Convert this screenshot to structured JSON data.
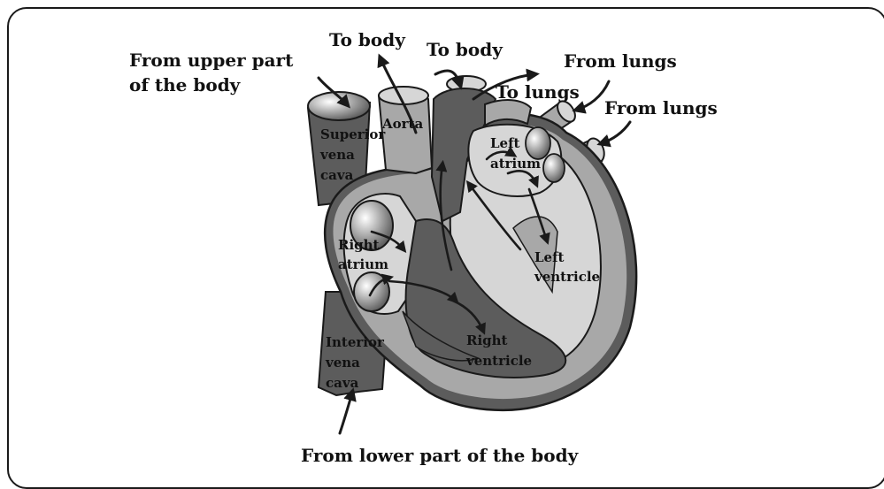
{
  "labels": {
    "to_body_1": "To body",
    "to_body_2": "To body",
    "from_upper_1": "From upper part",
    "from_upper_2": "of the body",
    "from_lungs_1": "From lungs",
    "from_lungs_2": "From lungs",
    "to_lungs": "To lungs",
    "superior_1": "Superior",
    "superior_2": "vena",
    "superior_3": "cava",
    "aorta": "Aorta",
    "left_atrium_1": "Left",
    "left_atrium_2": "atrium",
    "right_atrium_1": "Right",
    "right_atrium_2": "atrium",
    "left_ventricle_1": "Left",
    "left_ventricle_2": "ventricle",
    "right_ventricle_1": "Right",
    "right_ventricle_2": "ventricle",
    "inferior_1": "Interior",
    "inferior_2": "vena",
    "inferior_3": "cava",
    "from_lower": "From lower part of the body"
  },
  "colors": {
    "dark": "#5c5c5c",
    "medium": "#a8a8a8",
    "light": "#d6d6d6",
    "outline": "#1a1a1a"
  }
}
